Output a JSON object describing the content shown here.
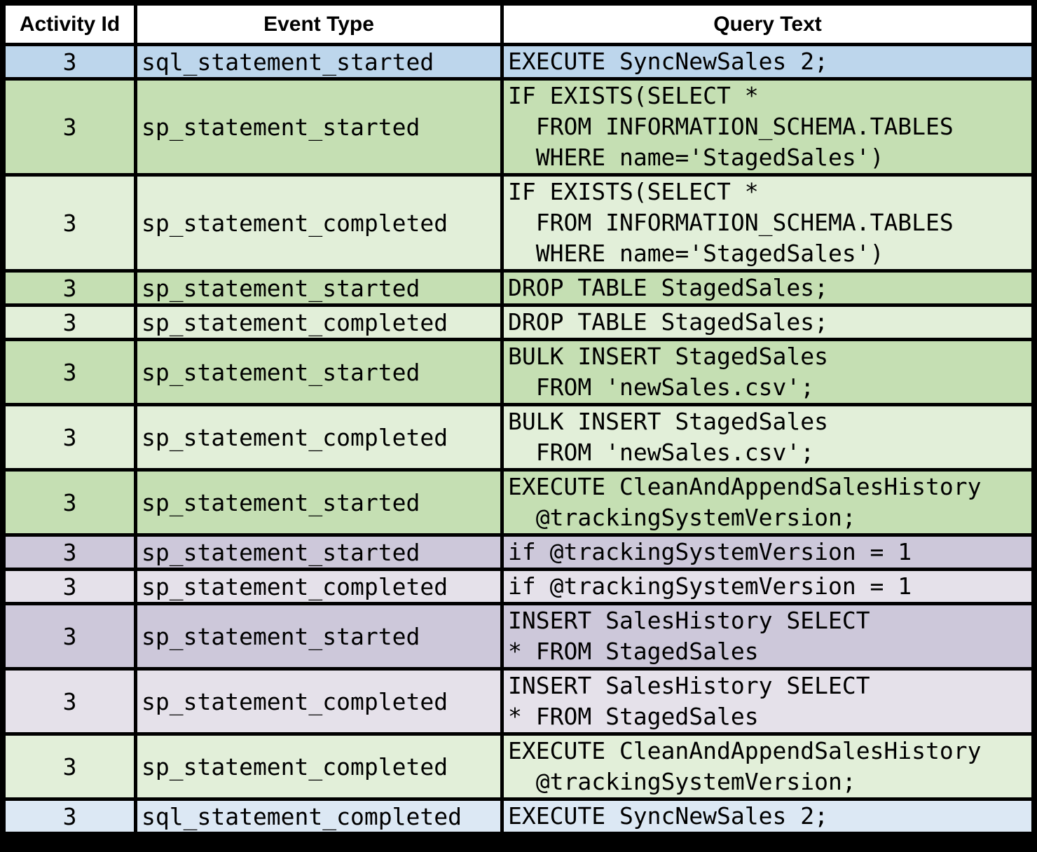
{
  "table": {
    "columns": [
      {
        "key": "activity_id",
        "label": "Activity Id"
      },
      {
        "key": "event_type",
        "label": "Event Type"
      },
      {
        "key": "query_text",
        "label": "Query Text"
      }
    ],
    "rows": [
      {
        "activity_id": "3",
        "event_type": "sql_statement_started",
        "query_text": "EXECUTE SyncNewSales 2;",
        "theme": "blue_medium",
        "lines": 1
      },
      {
        "activity_id": "3",
        "event_type": "sp_statement_started",
        "query_text": "IF EXISTS(SELECT *\n  FROM INFORMATION_SCHEMA.TABLES\n  WHERE name='StagedSales')",
        "theme": "green_medium",
        "lines": 3
      },
      {
        "activity_id": "3",
        "event_type": "sp_statement_completed",
        "query_text": "IF EXISTS(SELECT *\n  FROM INFORMATION_SCHEMA.TABLES\n  WHERE name='StagedSales')",
        "theme": "green_light",
        "lines": 3
      },
      {
        "activity_id": "3",
        "event_type": "sp_statement_started",
        "query_text": "DROP TABLE StagedSales;",
        "theme": "green_medium",
        "lines": 1
      },
      {
        "activity_id": "3",
        "event_type": "sp_statement_completed",
        "query_text": "DROP TABLE StagedSales;",
        "theme": "green_light",
        "lines": 1
      },
      {
        "activity_id": "3",
        "event_type": "sp_statement_started",
        "query_text": "BULK INSERT StagedSales\n  FROM 'newSales.csv';",
        "theme": "green_medium",
        "lines": 2
      },
      {
        "activity_id": "3",
        "event_type": "sp_statement_completed",
        "query_text": "BULK INSERT StagedSales\n  FROM 'newSales.csv';",
        "theme": "green_light",
        "lines": 2
      },
      {
        "activity_id": "3",
        "event_type": "sp_statement_started",
        "query_text": "EXECUTE CleanAndAppendSalesHistory\n  @trackingSystemVersion;",
        "theme": "green_medium",
        "lines": 2
      },
      {
        "activity_id": "3",
        "event_type": "sp_statement_started",
        "query_text": "if @trackingSystemVersion = 1",
        "theme": "purple_medium",
        "lines": 1
      },
      {
        "activity_id": "3",
        "event_type": "sp_statement_completed",
        "query_text": "if @trackingSystemVersion = 1",
        "theme": "purple_light",
        "lines": 1
      },
      {
        "activity_id": "3",
        "event_type": "sp_statement_started",
        "query_text": "INSERT SalesHistory SELECT\n* FROM StagedSales",
        "theme": "purple_medium",
        "lines": 2
      },
      {
        "activity_id": "3",
        "event_type": "sp_statement_completed",
        "query_text": "INSERT SalesHistory SELECT\n* FROM StagedSales",
        "theme": "purple_light",
        "lines": 2
      },
      {
        "activity_id": "3",
        "event_type": "sp_statement_completed",
        "query_text": "EXECUTE CleanAndAppendSalesHistory\n  @trackingSystemVersion;",
        "theme": "green_light",
        "lines": 2
      },
      {
        "activity_id": "3",
        "event_type": "sql_statement_completed",
        "query_text": "EXECUTE SyncNewSales 2;",
        "theme": "blue_light",
        "lines": 1
      }
    ]
  },
  "colors": {
    "blue_medium": "#bdd6ec",
    "blue_light": "#dce8f4",
    "green_medium": "#c5dfb3",
    "green_light": "#e2efd9",
    "purple_medium": "#cdc8da",
    "purple_light": "#e5e1ea",
    "border": "#000000",
    "header_background": "#ffffff",
    "text": "#000000"
  }
}
